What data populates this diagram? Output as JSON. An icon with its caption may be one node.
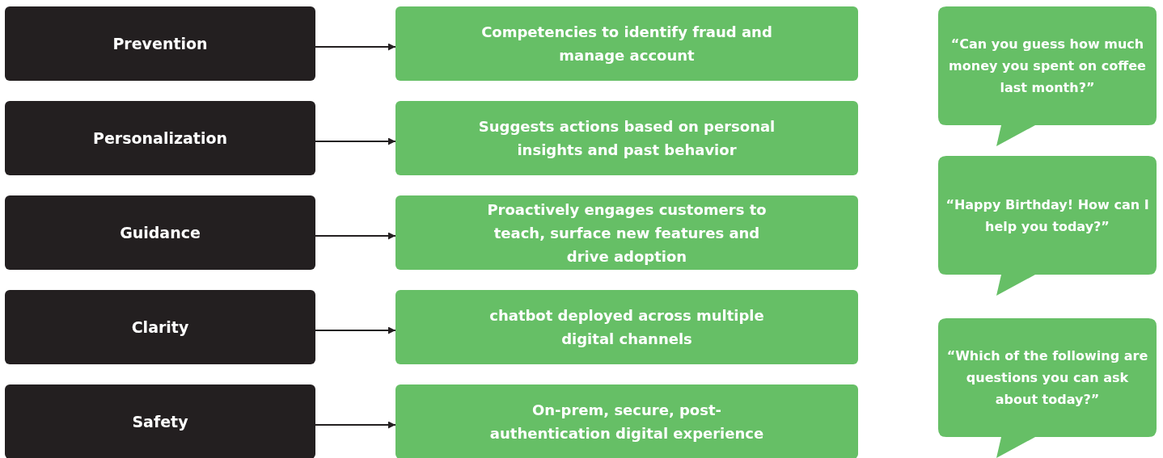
{
  "diagram": {
    "nodes": [
      {
        "text": [
          "Prevention"
        ]
      },
      {
        "text": [
          "Personalization"
        ]
      },
      {
        "text": [
          "Guidance"
        ]
      },
      {
        "text": [
          "Clarity"
        ]
      },
      {
        "text": [
          "Safety"
        ]
      },
      {
        "text": [
          "Competencies to identify fraud and manage account"
        ]
      },
      {
        "text": [
          "Suggests actions based on personal insights and past behavior"
        ]
      },
      {
        "text": [
          "Proactively engages customers to teach, surface new features and drive adoption"
        ]
      },
      {
        "text": [
          "chatbot deployed across multiple digital channels"
        ]
      },
      {
        "text": [
          "On-prem, secure, post-authentication digital experience"
        ]
      },
      {
        "text": [
          "“Can you guess how much money you spent on coffee last month?”"
        ]
      },
      {
        "text": [
          "“Happy Birthday! How can I help you today?”"
        ]
      },
      {
        "text": [
          "“Which of the following are questions you can ask about today?”"
        ]
      }
    ],
    "edges": [
      {
        "from": 0,
        "to": 5,
        "arrow": "to"
      },
      {
        "from": 1,
        "to": 6,
        "arrow": "to"
      },
      {
        "from": 2,
        "to": 7,
        "arrow": "to"
      },
      {
        "from": 3,
        "to": 8,
        "arrow": "to"
      },
      {
        "from": 4,
        "to": 9,
        "arrow": "to"
      }
    ]
  }
}
